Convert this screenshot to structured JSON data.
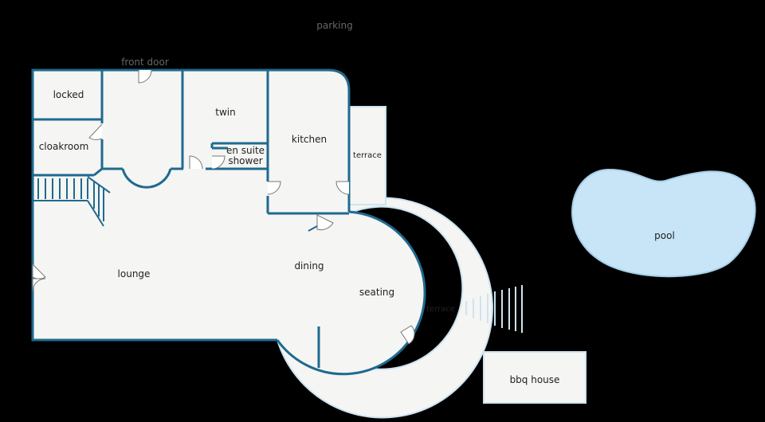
{
  "colors": {
    "background": "#000000",
    "wall": "#1f6a8f",
    "floor": "#f5f5f3",
    "terrace_stroke": "#cde4f1",
    "pool_fill": "#c8e4f7",
    "pool_stroke": "#a8cfe8",
    "text": "#222222",
    "outside_text": "#666666"
  },
  "labels": {
    "parking": "parking",
    "front_door": "front door",
    "locked": "locked",
    "cloakroom": "cloakroom",
    "twin": "twin",
    "en_suite_line1": "en suite",
    "en_suite_line2": "shower",
    "kitchen": "kitchen",
    "terrace_east": "terrace",
    "lounge": "lounge",
    "dining": "dining",
    "seating": "seating",
    "terrace_south": "terrace",
    "pool": "pool",
    "bbq_house": "bbq house"
  },
  "icons": {
    "door_swing": "door-arc-icon",
    "stairs": "stairs-icon",
    "steps_fan": "steps-fan-icon"
  }
}
